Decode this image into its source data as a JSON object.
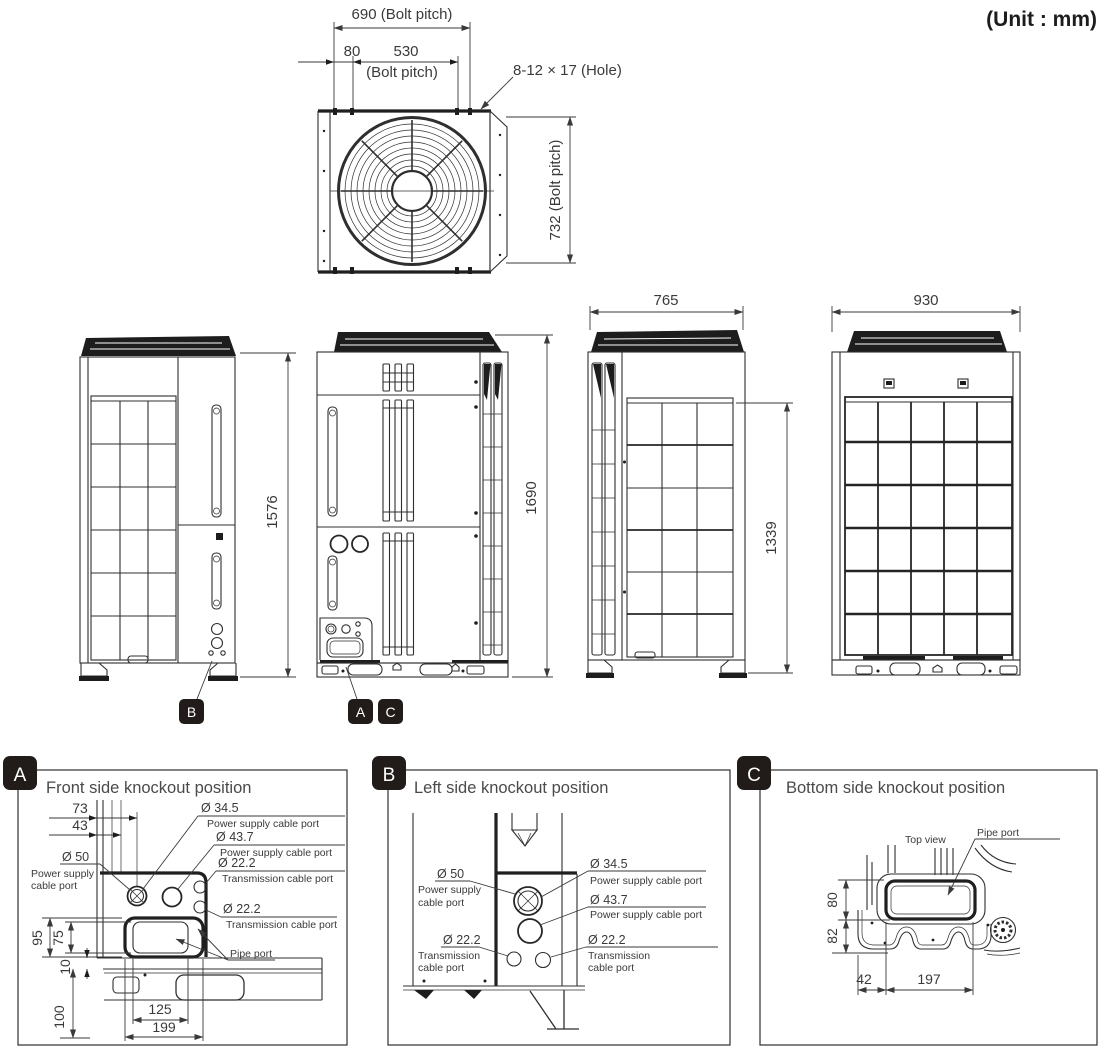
{
  "unit_label": "(Unit : mm)",
  "colors": {
    "line": "#2f2f2f",
    "badge": "#211c1a",
    "badge_text": "#ffffff"
  },
  "top_view": {
    "dim_bolt_pitch_w": "690 (Bolt pitch)",
    "dim_80": "80",
    "dim_530": "530",
    "dim_530_sub": "(Bolt pitch)",
    "hole_label": "8-12 × 17 (Hole)",
    "dim_bolt_pitch_h": "732 (Bolt pitch)"
  },
  "elevations": {
    "dim_height_side": "1576",
    "dim_height_front": "1690",
    "dim_width_side": "765",
    "dim_height_grille": "1339",
    "dim_width_rear": "930",
    "marker_a": "A",
    "marker_b": "B",
    "marker_c": "C"
  },
  "panel_a": {
    "marker": "A",
    "title": "Front side knockout position",
    "dim_73": "73",
    "dim_43": "43",
    "dim_95": "95",
    "dim_75": "75",
    "dim_10": "10",
    "dim_100": "100",
    "dim_125": "125",
    "dim_199": "199",
    "label_d50": "Ø 50",
    "label_d50_sub1": "Power supply",
    "label_d50_sub2": "cable port",
    "label_d345": "Ø 34.5",
    "label_d345_sub": "Power supply cable port",
    "label_d437": "Ø 43.7",
    "label_d437_sub": "Power supply cable port",
    "label_d222_1": "Ø 22.2",
    "label_d222_1_sub": "Transmission cable  port",
    "label_d222_2": "Ø 22.2",
    "label_d222_2_sub": "Transmission cable  port",
    "label_pipe_port": "Pipe port"
  },
  "panel_b": {
    "marker": "B",
    "title": "Left side knockout position",
    "label_d50": "Ø 50",
    "label_d50_sub1": "Power supply",
    "label_d50_sub2": "cable port",
    "label_d345": "Ø 34.5",
    "label_d345_sub": "Power supply cable port",
    "label_d437": "Ø 43.7",
    "label_d437_sub": "Power supply cable port",
    "label_d222_left": "Ø 22.2",
    "label_d222_left_sub1": "Transmission",
    "label_d222_left_sub2": "cable port",
    "label_d222_right": "Ø 22.2",
    "label_d222_right_sub1": "Transmission",
    "label_d222_right_sub2": "cable  port"
  },
  "panel_c": {
    "marker": "C",
    "title": "Bottom side knockout position",
    "label_top_view": "Top view",
    "label_pipe_port": "Pipe port",
    "dim_80": "80",
    "dim_82": "82",
    "dim_42": "42",
    "dim_197": "197"
  }
}
